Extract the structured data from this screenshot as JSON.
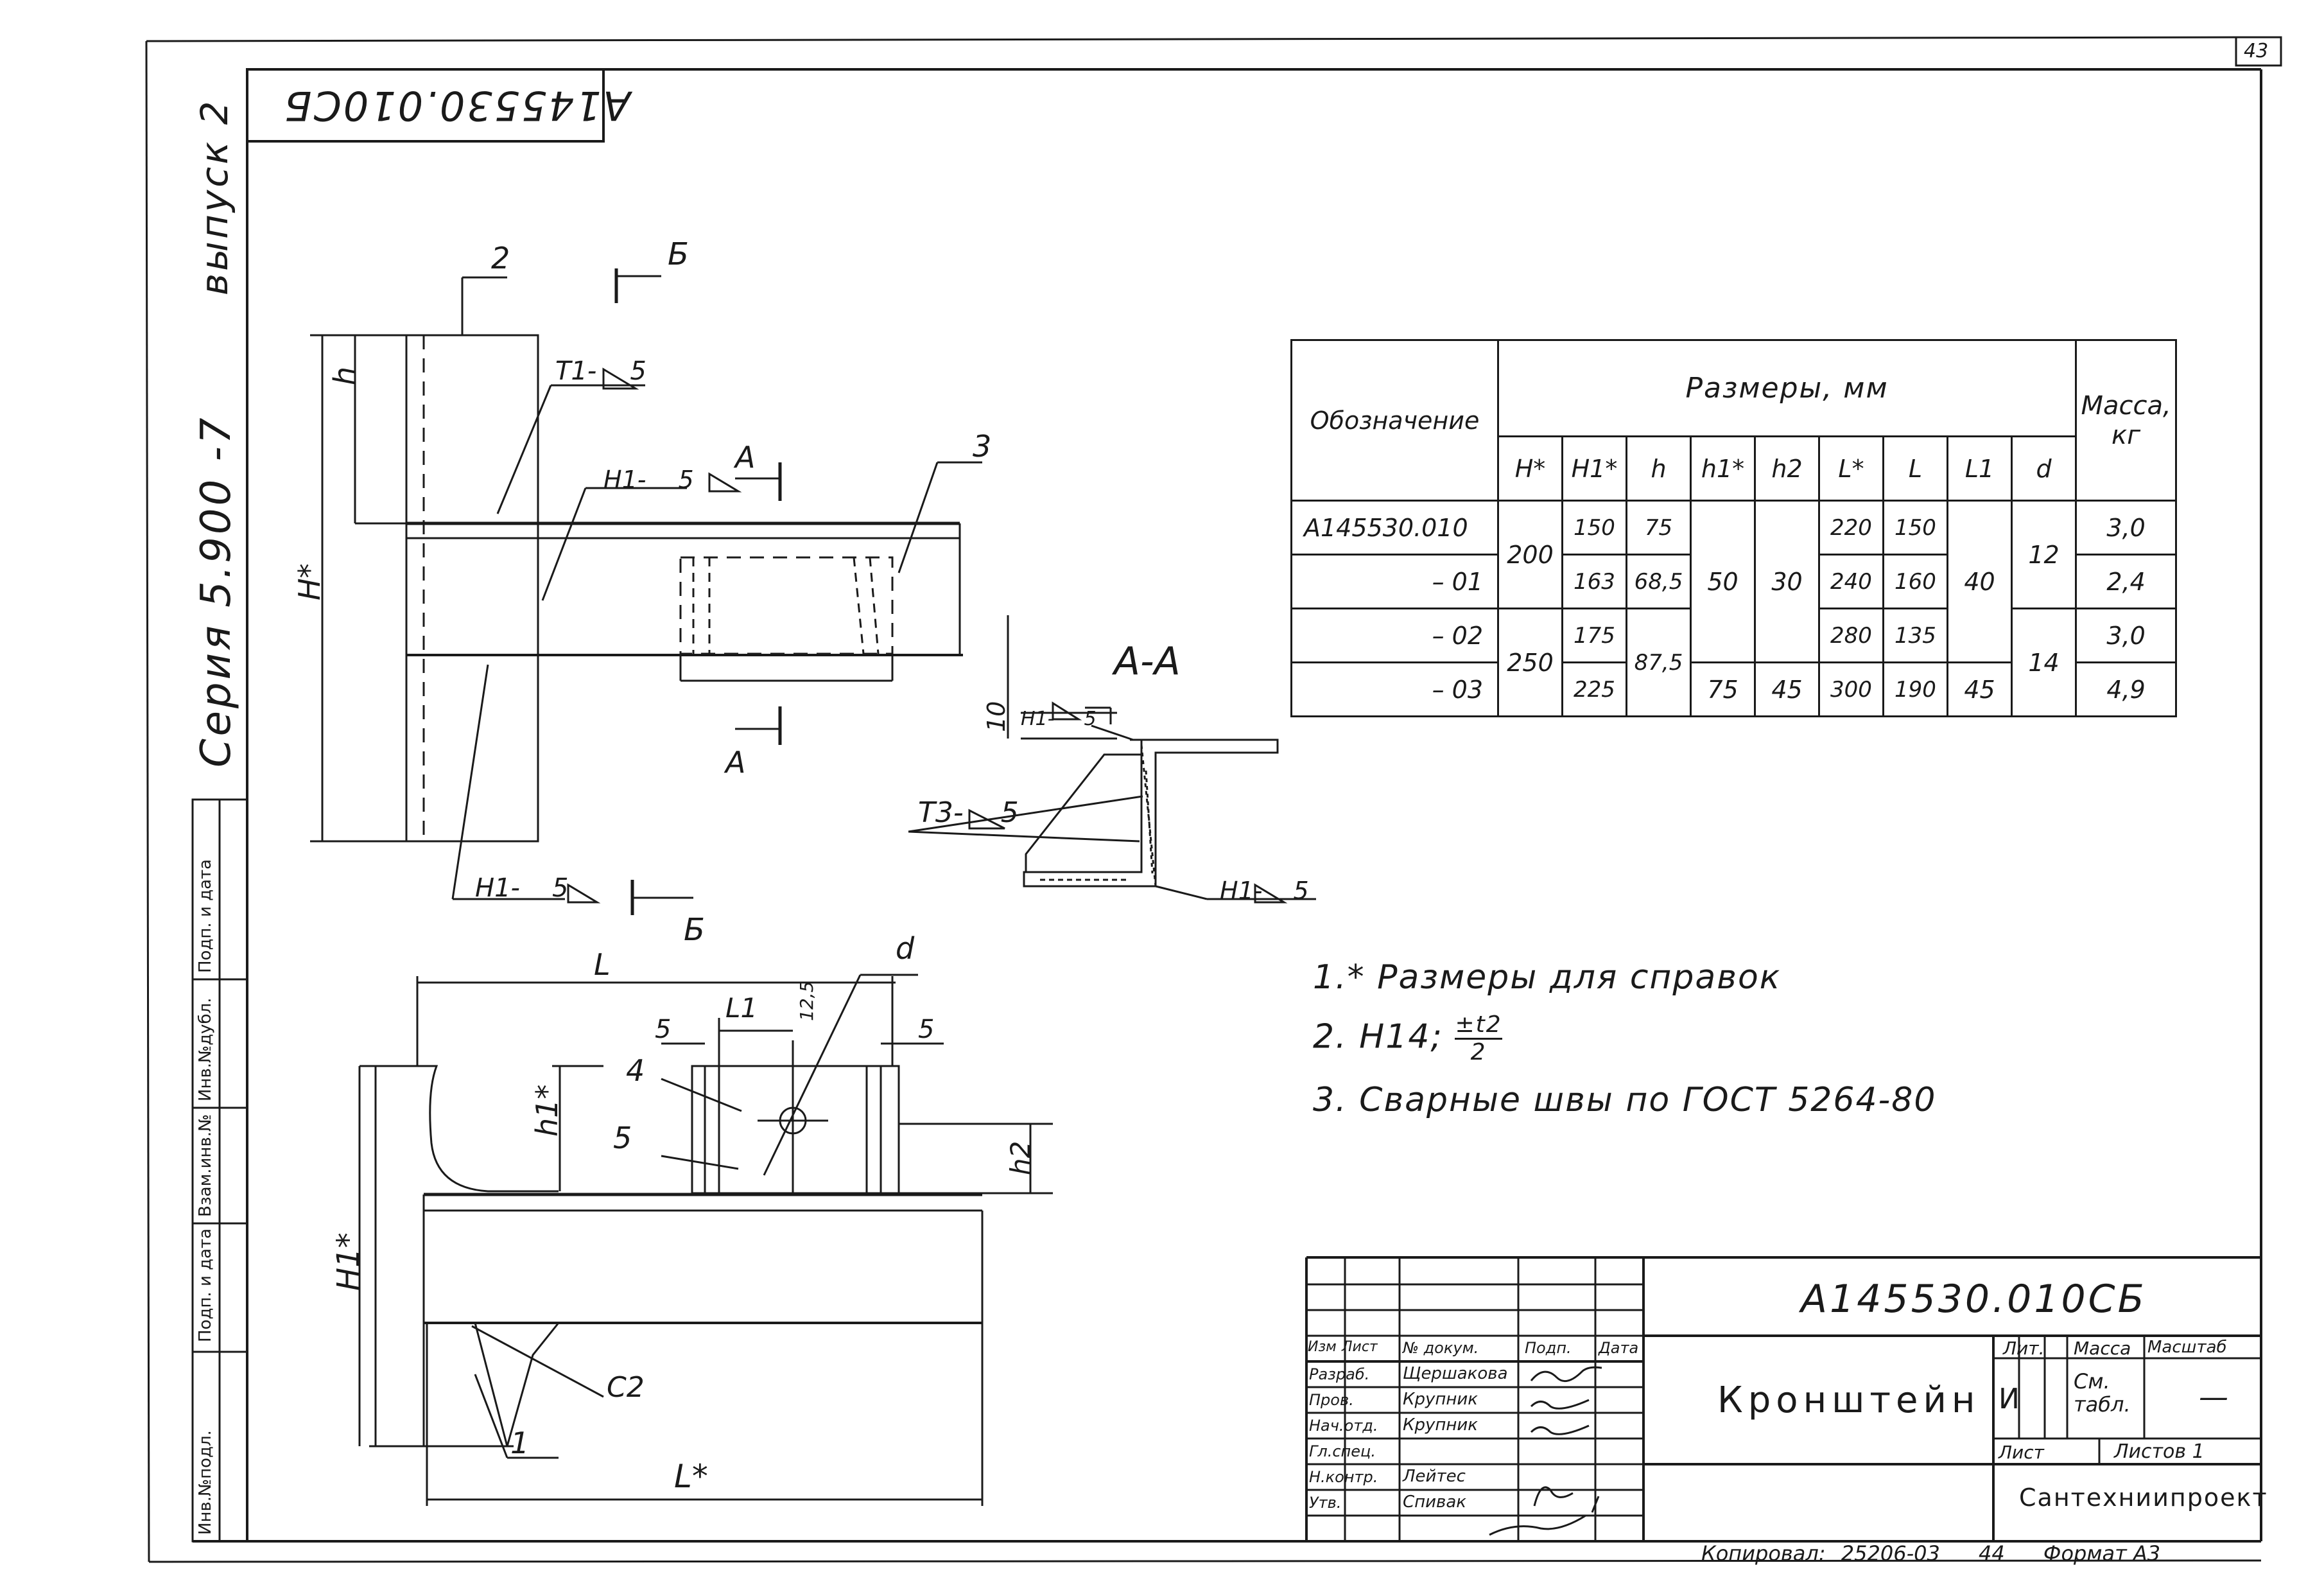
{
  "sheet": {
    "page_number": "43",
    "document_code_top": "А145530.010СБ",
    "series_label": "Серия 5.900 -7",
    "issue_label": "выпуск 2"
  },
  "side_stamp": {
    "fields": [
      "Инв.№подл.",
      "Подп. и дата",
      "Взам.инв.№",
      "Инв.№дубл.",
      "Подп. и дата"
    ]
  },
  "drawing": {
    "section_label": "А-А",
    "cut_a_top": "А",
    "cut_a_bottom": "А",
    "cut_b_top": "Б",
    "cut_b_bottom": "Б",
    "callouts": [
      "1",
      "2",
      "3",
      "4",
      "5"
    ],
    "dimensions": {
      "H_star": "Н*",
      "h": "h",
      "L": "L",
      "L1": "L1",
      "L_star": "L*",
      "h1_star": "h1*",
      "H1_star": "Н1*",
      "h2": "h2",
      "d": "d",
      "gap_left": "5",
      "gap_right": "5",
      "hole_offset": "12,5",
      "flange_10": "10",
      "chamfer": "С2"
    },
    "welds": {
      "t1": "Т1-",
      "t1_size": "5",
      "h1_top": "Н1-",
      "h1_top_size": "5",
      "h1_bottom": "Н1-",
      "h1_bottom_size": "5",
      "h1_section": "Н1-",
      "h1_section_size": "5",
      "t3": "Т3-",
      "t3_size": "5",
      "h1_section_bottom": "Н1-",
      "h1_section_bottom_size": "5"
    }
  },
  "size_table": {
    "designation_header": "Обозначение",
    "sizes_header": "Размеры, мм",
    "mass_header": "Масса,",
    "mass_unit": "кг",
    "columns": [
      "Н*",
      "Н1*",
      "h",
      "h1*",
      "h2",
      "L*",
      "L",
      "L1",
      "d"
    ],
    "rows": [
      {
        "designation": "А145530.010",
        "h1s": "150",
        "h": "75",
        "Ls": "220",
        "L": "150",
        "mass": "3,0"
      },
      {
        "designation": "– 01",
        "h1s": "163",
        "h": "68,5",
        "Ls": "240",
        "L": "160",
        "mass": "2,4"
      },
      {
        "designation": "– 02",
        "h1s": "175",
        "Ls": "280",
        "L": "135",
        "mass": "3,0"
      },
      {
        "designation": "– 03",
        "h1s": "225",
        "Ls": "300",
        "L": "190",
        "mass": "4,9"
      }
    ],
    "merged": {
      "H_200": "200",
      "H_250": "250",
      "h_87": "87,5",
      "h1_50": "50",
      "h1_75": "75",
      "h2_30": "30",
      "h2_45": "45",
      "L1_40": "40",
      "L1_45": "45",
      "d_12": "12",
      "d_14": "14"
    }
  },
  "notes": [
    "1.* Размеры для справок",
    "2. Н14;",
    "3. Сварные швы по ГОСТ 5264-80"
  ],
  "note2_fraction": {
    "numerator": "±t2",
    "denominator": "2"
  },
  "title_block": {
    "document_code": "А145530.010СБ",
    "title": "Кронштейн",
    "lit_label": "Лит.",
    "mass_label": "Масса",
    "scale_label": "Масштаб",
    "lit_value": "И",
    "mass_value": "См. табл.",
    "scale_value": "—",
    "sheet_label": "Лист",
    "sheets_label": "Листов 1",
    "organization": "Сантехниипроект",
    "header_labels": [
      "Изм",
      "Лист",
      "№ докум.",
      "Подп.",
      "Дата"
    ],
    "roles": [
      {
        "role": "Разраб.",
        "name": "Щершакова"
      },
      {
        "role": "Пров.",
        "name": "Крупник"
      },
      {
        "role": "Нач.отд.",
        "name": "Крупник"
      },
      {
        "role": "Гл.спец.",
        "name": ""
      },
      {
        "role": "Н.контр.",
        "name": "Лейтес"
      },
      {
        "role": "Утв.",
        "name": "Спивак"
      }
    ]
  },
  "footer": {
    "copied": "Копировал:",
    "copy_number": "25206-03",
    "sheet_num": "44",
    "format": "Формат А3"
  }
}
